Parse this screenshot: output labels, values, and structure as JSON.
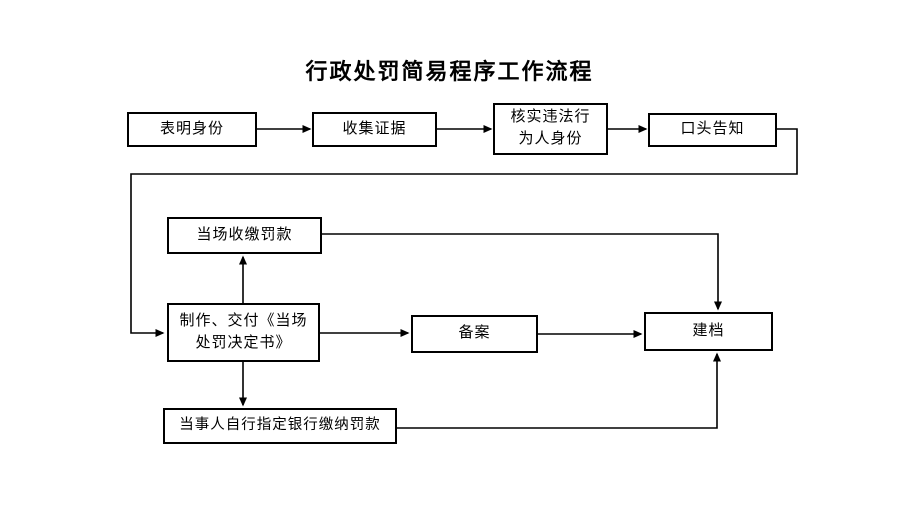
{
  "title": "行政处罚简易程序工作流程",
  "nodes": {
    "identity": {
      "label": "表明身份"
    },
    "evidence": {
      "label": "收集证据"
    },
    "verify": {
      "line1": "核实违法行",
      "line2": "为人身份"
    },
    "oral": {
      "label": "口头告知"
    },
    "collect": {
      "label": "当场收缴罚款"
    },
    "decision": {
      "line1": "制作、交付《当场",
      "line2": "处罚决定书》"
    },
    "record": {
      "label": "备案"
    },
    "archive": {
      "label": "建档"
    },
    "bank": {
      "label": "当事人自行指定银行缴纳罚款"
    }
  },
  "edges": [
    {
      "from": "表明身份",
      "to": "收集证据"
    },
    {
      "from": "收集证据",
      "to": "核实违法行为人身份"
    },
    {
      "from": "核实违法行为人身份",
      "to": "口头告知"
    },
    {
      "from": "口头告知",
      "to": "制作、交付《当场处罚决定书》"
    },
    {
      "from": "制作、交付《当场处罚决定书》",
      "to": "当场收缴罚款"
    },
    {
      "from": "制作、交付《当场处罚决定书》",
      "to": "备案"
    },
    {
      "from": "备案",
      "to": "建档"
    },
    {
      "from": "当场收缴罚款",
      "to": "建档"
    },
    {
      "from": "制作、交付《当场处罚决定书》",
      "to": "当事人自行指定银行缴纳罚款"
    },
    {
      "from": "当事人自行指定银行缴纳罚款",
      "to": "建档"
    }
  ],
  "colors": {
    "background": "#ffffff",
    "line": "#000000",
    "box_border": "#000000",
    "text": "#000000"
  }
}
